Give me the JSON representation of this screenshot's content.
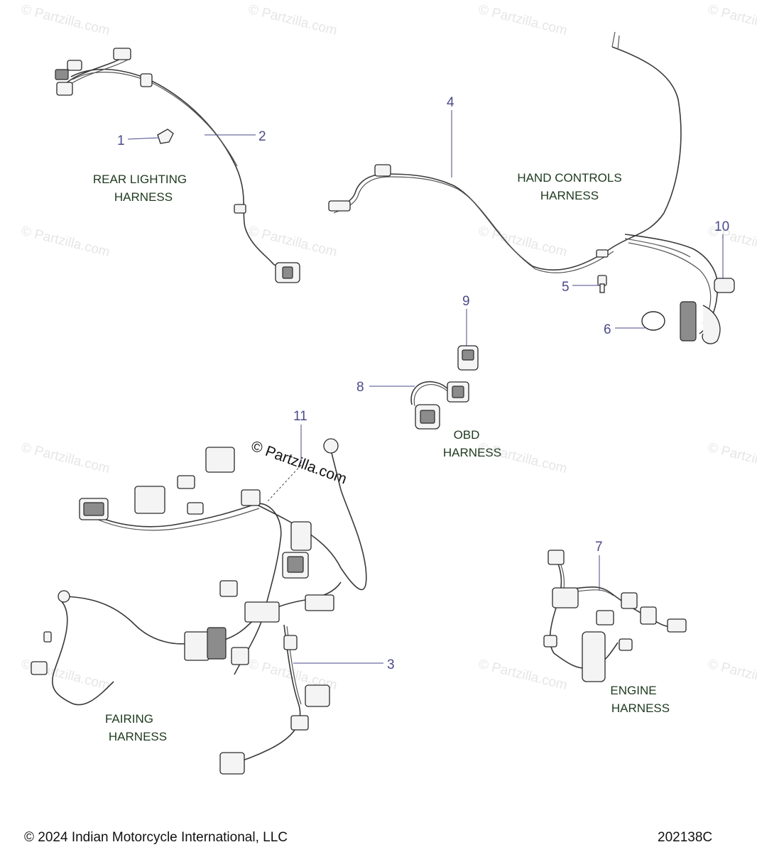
{
  "watermark": {
    "text": "© Partzilla.com",
    "center_text": "© Partzilla.com"
  },
  "callouts": [
    "1",
    "2",
    "3",
    "4",
    "5",
    "6",
    "7",
    "8",
    "9",
    "10",
    "11"
  ],
  "labels": {
    "rear_lighting": [
      "REAR LIGHTING",
      "HARNESS"
    ],
    "hand_controls": [
      "HAND CONTROLS",
      "HARNESS"
    ],
    "obd": [
      "OBD",
      "HARNESS"
    ],
    "fairing": [
      "FAIRING",
      "HARNESS"
    ],
    "engine": [
      "ENGINE",
      "HARNESS"
    ]
  },
  "footer": {
    "copyright": "© 2024 Indian Motorcycle International, LLC",
    "diagram_id": "202138C"
  }
}
